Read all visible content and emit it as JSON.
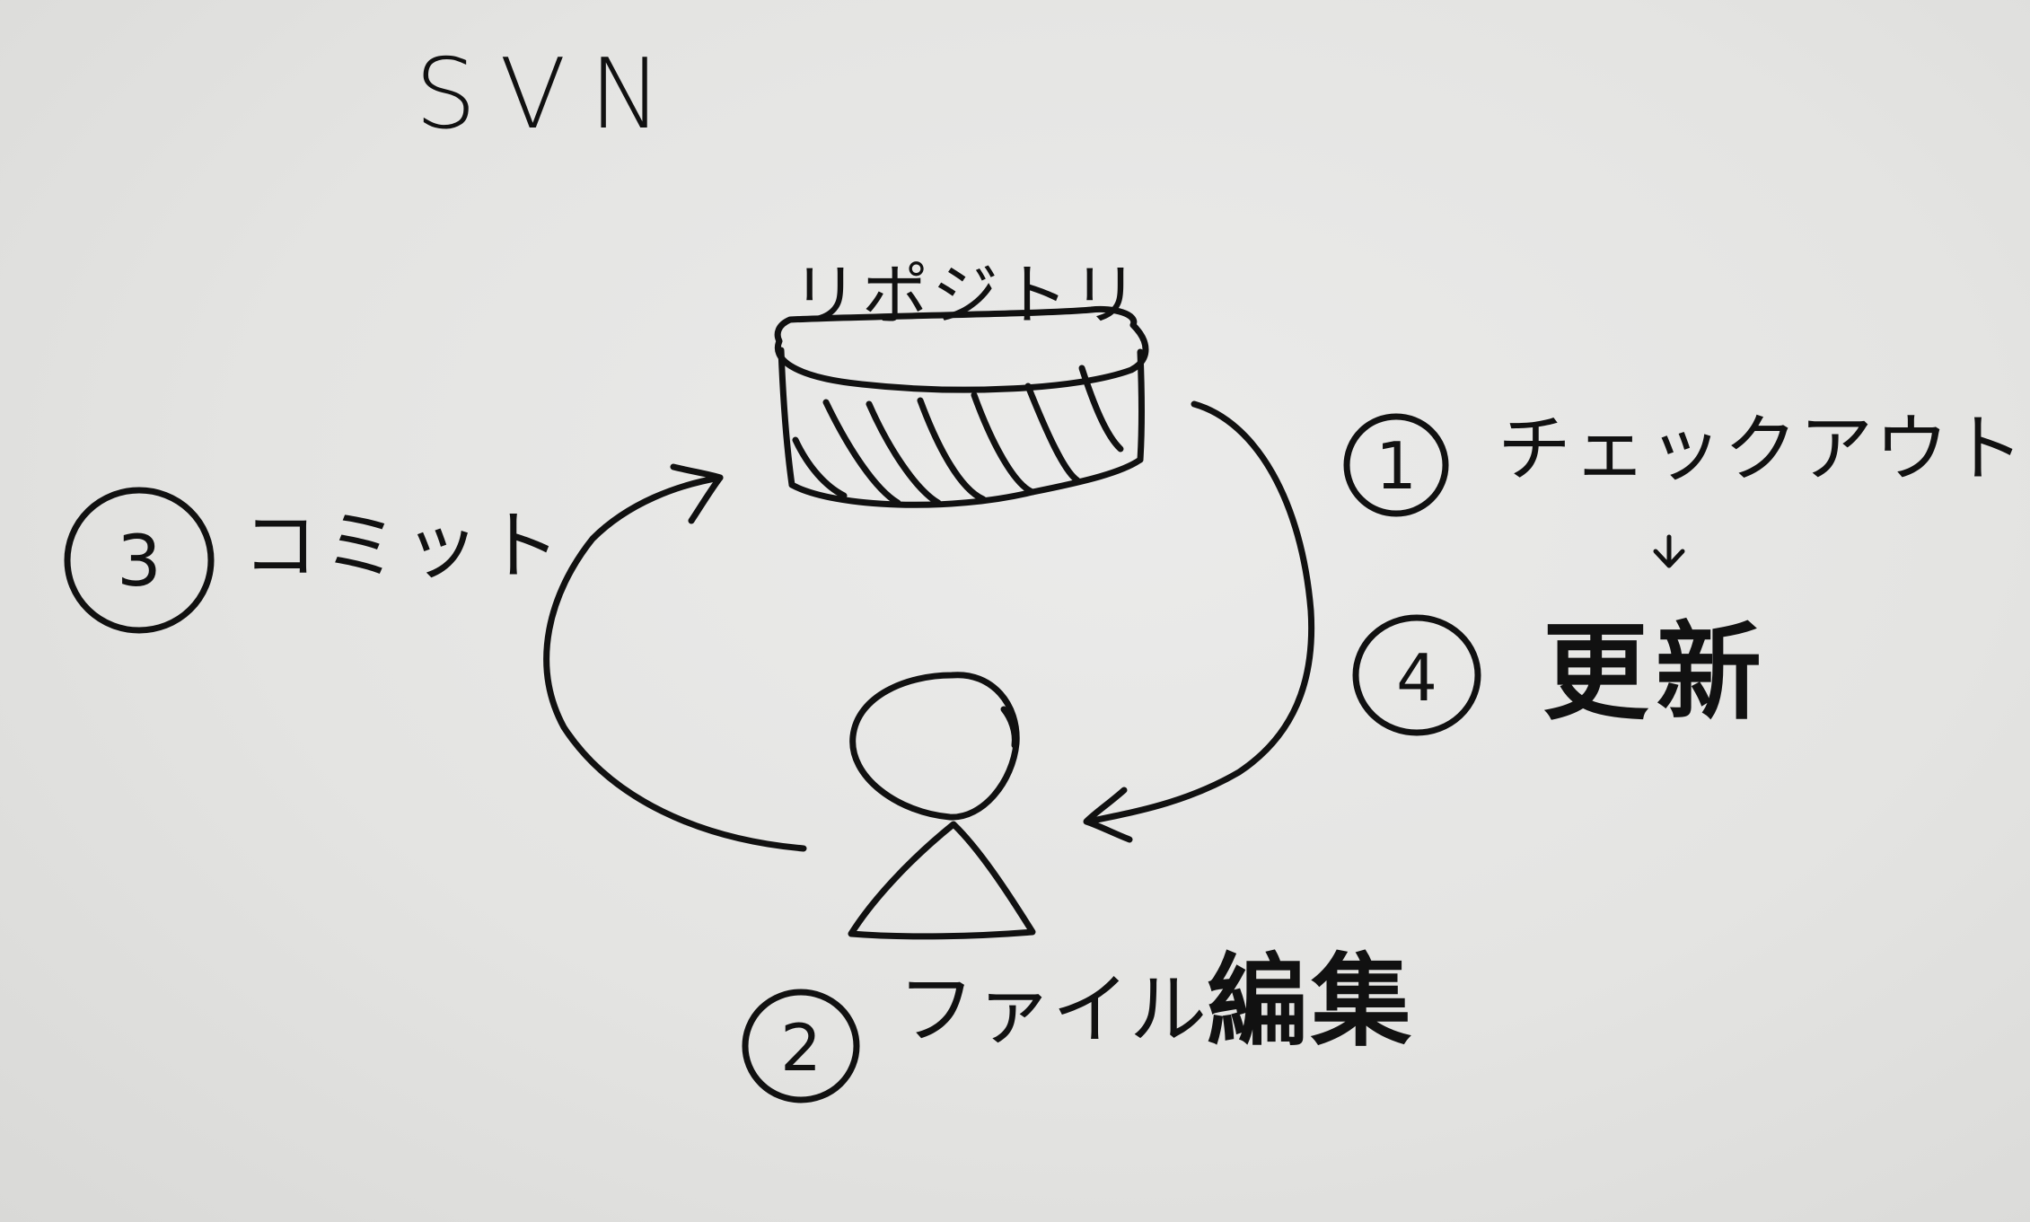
{
  "title": "SVN",
  "repository": {
    "label": "リポジトリ"
  },
  "steps": [
    {
      "number": "1",
      "label": "チェックアウト"
    },
    {
      "number": "2",
      "label_kana": "ファイル",
      "label_kanji": "編集"
    },
    {
      "number": "3",
      "label": "コミット"
    },
    {
      "number": "4",
      "label": "更新"
    }
  ],
  "icons": {
    "repository": "database-cylinder-icon",
    "person": "person-icon",
    "checkout_arrow": "curved-arrow-icon",
    "commit_arrow": "curved-arrow-icon",
    "sequence_arrow": "arrow-down-icon"
  },
  "colors": {
    "ink": "#111111",
    "paper": "#e2e2e0"
  }
}
